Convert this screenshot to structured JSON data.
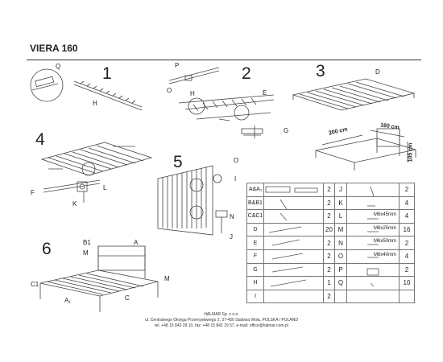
{
  "header": {
    "title": "VIERA 160"
  },
  "steps": [
    "1",
    "2",
    "3",
    "4",
    "5",
    "6"
  ],
  "part_labels": {
    "s1_q": "Q",
    "s1_h": "H",
    "s2_p": "P",
    "s2_o": "O",
    "s2_h": "H",
    "s2_e": "E",
    "s3_d": "D",
    "s4_g": "G",
    "s4_f": "F",
    "s4_k": "K",
    "s4_l": "L",
    "s5_o": "O",
    "s5_i": "I",
    "s5_n": "N",
    "s5_j": "J",
    "s6_b1": "B1",
    "s6_a": "A",
    "s6_m1": "M",
    "s6_m2": "M",
    "s6_c1": "C1",
    "s6_a1": "A₁",
    "s6_c": "C"
  },
  "dimensions": {
    "length": "200 cm",
    "width": "160 cm",
    "height": "105 cm"
  },
  "parts_table": [
    {
      "code": "A&A₁",
      "qty": "2",
      "code2": "J",
      "spec": "",
      "qty2": "2"
    },
    {
      "code": "B&B1",
      "qty": "2",
      "code2": "K",
      "spec": "",
      "qty2": "4"
    },
    {
      "code": "C&C1",
      "qty": "2",
      "code2": "L",
      "spec": "M6x45mm",
      "qty2": "4"
    },
    {
      "code": "D",
      "qty": "20",
      "code2": "M",
      "spec": "M6x25mm",
      "qty2": "16"
    },
    {
      "code": "E",
      "qty": "2",
      "code2": "N",
      "spec": "M6x50mm",
      "qty2": "2"
    },
    {
      "code": "F",
      "qty": "2",
      "code2": "O",
      "spec": "M6x40mm",
      "qty2": "4"
    },
    {
      "code": "G",
      "qty": "2",
      "code2": "P",
      "spec": "",
      "qty2": "2"
    },
    {
      "code": "H",
      "qty": "1",
      "code2": "Q",
      "spec": "",
      "qty2": "10"
    },
    {
      "code": "I",
      "qty": "2",
      "code2": "",
      "spec": "",
      "qty2": ""
    }
  ],
  "footer": {
    "company": "HALMAR Sp. z o.o.",
    "address": "ul. Centralnego Okręgu Przemysłowego 2, 37-450 Stalowa Wola, POLSKA / POLAND",
    "contact": "tel. +48 15 843 28 10, fax: +48 15 842 19 57, e-mail: office@halmar.com.pl"
  }
}
